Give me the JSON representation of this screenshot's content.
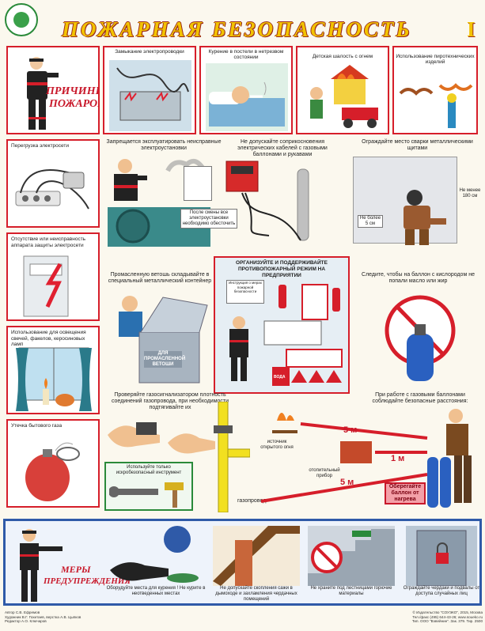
{
  "header": {
    "title": "Пожарная безопасность",
    "part": "I"
  },
  "causes": {
    "title_line1": "Причины",
    "title_line2": "пожаров",
    "items": [
      "Замыкание электропроводки",
      "Курение в постели в нетрезвом состоянии",
      "Детская шалость с огнем",
      "Использование пиротехнических изделий",
      "Перегрузка электросети",
      "Отсутствие или неисправность аппарата защиты электросети",
      "Использование для освещения свечей, факелов, керосиновых ламп",
      "Утечка бытового газа"
    ]
  },
  "rules": {
    "r1": "Запрещается эксплуатировать неисправные электроустановки",
    "r1_note": "После смены все электроустановки необходимо обесточить",
    "r2": "Не допускайте соприкосновения электрических кабелей с газовыми баллонами и рукавами",
    "r3": "Ограждайте место сварки металлическими щитами",
    "r3_dim1": "Не менее 180 см",
    "r3_dim2": "Не более 5 см",
    "r4": "Промасленную ветошь складывайте в специальный металлический контейнер",
    "r4_box": "Для промасленной ветоши",
    "r5_title": "Организуйте и поддерживайте противопожарный режим на предприятии",
    "r5_doc": "Инструкция о мерах пожарной безопасности",
    "r5_water": "Вода",
    "r6": "Следите, чтобы на баллон с кислородом не попали масло или жир",
    "r7": "Проверяйте газосигнализатором плотность соединений газопровода, при необходимости подтягивайте их",
    "r7_tool": "Используйте только искробезопасный инструмент",
    "r7_pipe": "газопровод",
    "r8": "При работе с газовыми баллонами соблюдайте безопасные расстояния:",
    "r8_fire": "источник открытого огня",
    "r8_heater": "отопительный прибор",
    "r8_d1": "5 м",
    "r8_d2": "1 м",
    "r8_d3": "5 м",
    "r8_protect": "Оберегайте баллон от нагрева"
  },
  "measures": {
    "title_line1": "Меры",
    "title_line2": "предупреждения",
    "items": [
      "Оборудуйте места для курения ! Не курите в неотведенных местах",
      "Не допускайте скопления сажи в дымоходе и захламления чердачных помещений",
      "Не храните под лестницами горючие материалы",
      "Ограждайте чердаки и подвалы от доступа случайных лиц"
    ]
  },
  "footer": {
    "left": [
      "Автор С.В. Ефремов",
      "Художник В.Г. Гохитаев, верстка А.В. Цыпков",
      "Редактор А.О. Ключаров"
    ],
    "right": [
      "© Издательство \"СОУЭКО\", 2015, Москва",
      "Тел./факс (495) 644-43-26; www.souеko.ru",
      "Тип. ООО \"Вэвейнин\". Зак. 379. Тир. 2500"
    ]
  },
  "colors": {
    "accent_red": "#d61e2a",
    "title_yellow": "#f2c300",
    "frame_blue": "#2f5aa8",
    "green": "#2a8a3a"
  }
}
